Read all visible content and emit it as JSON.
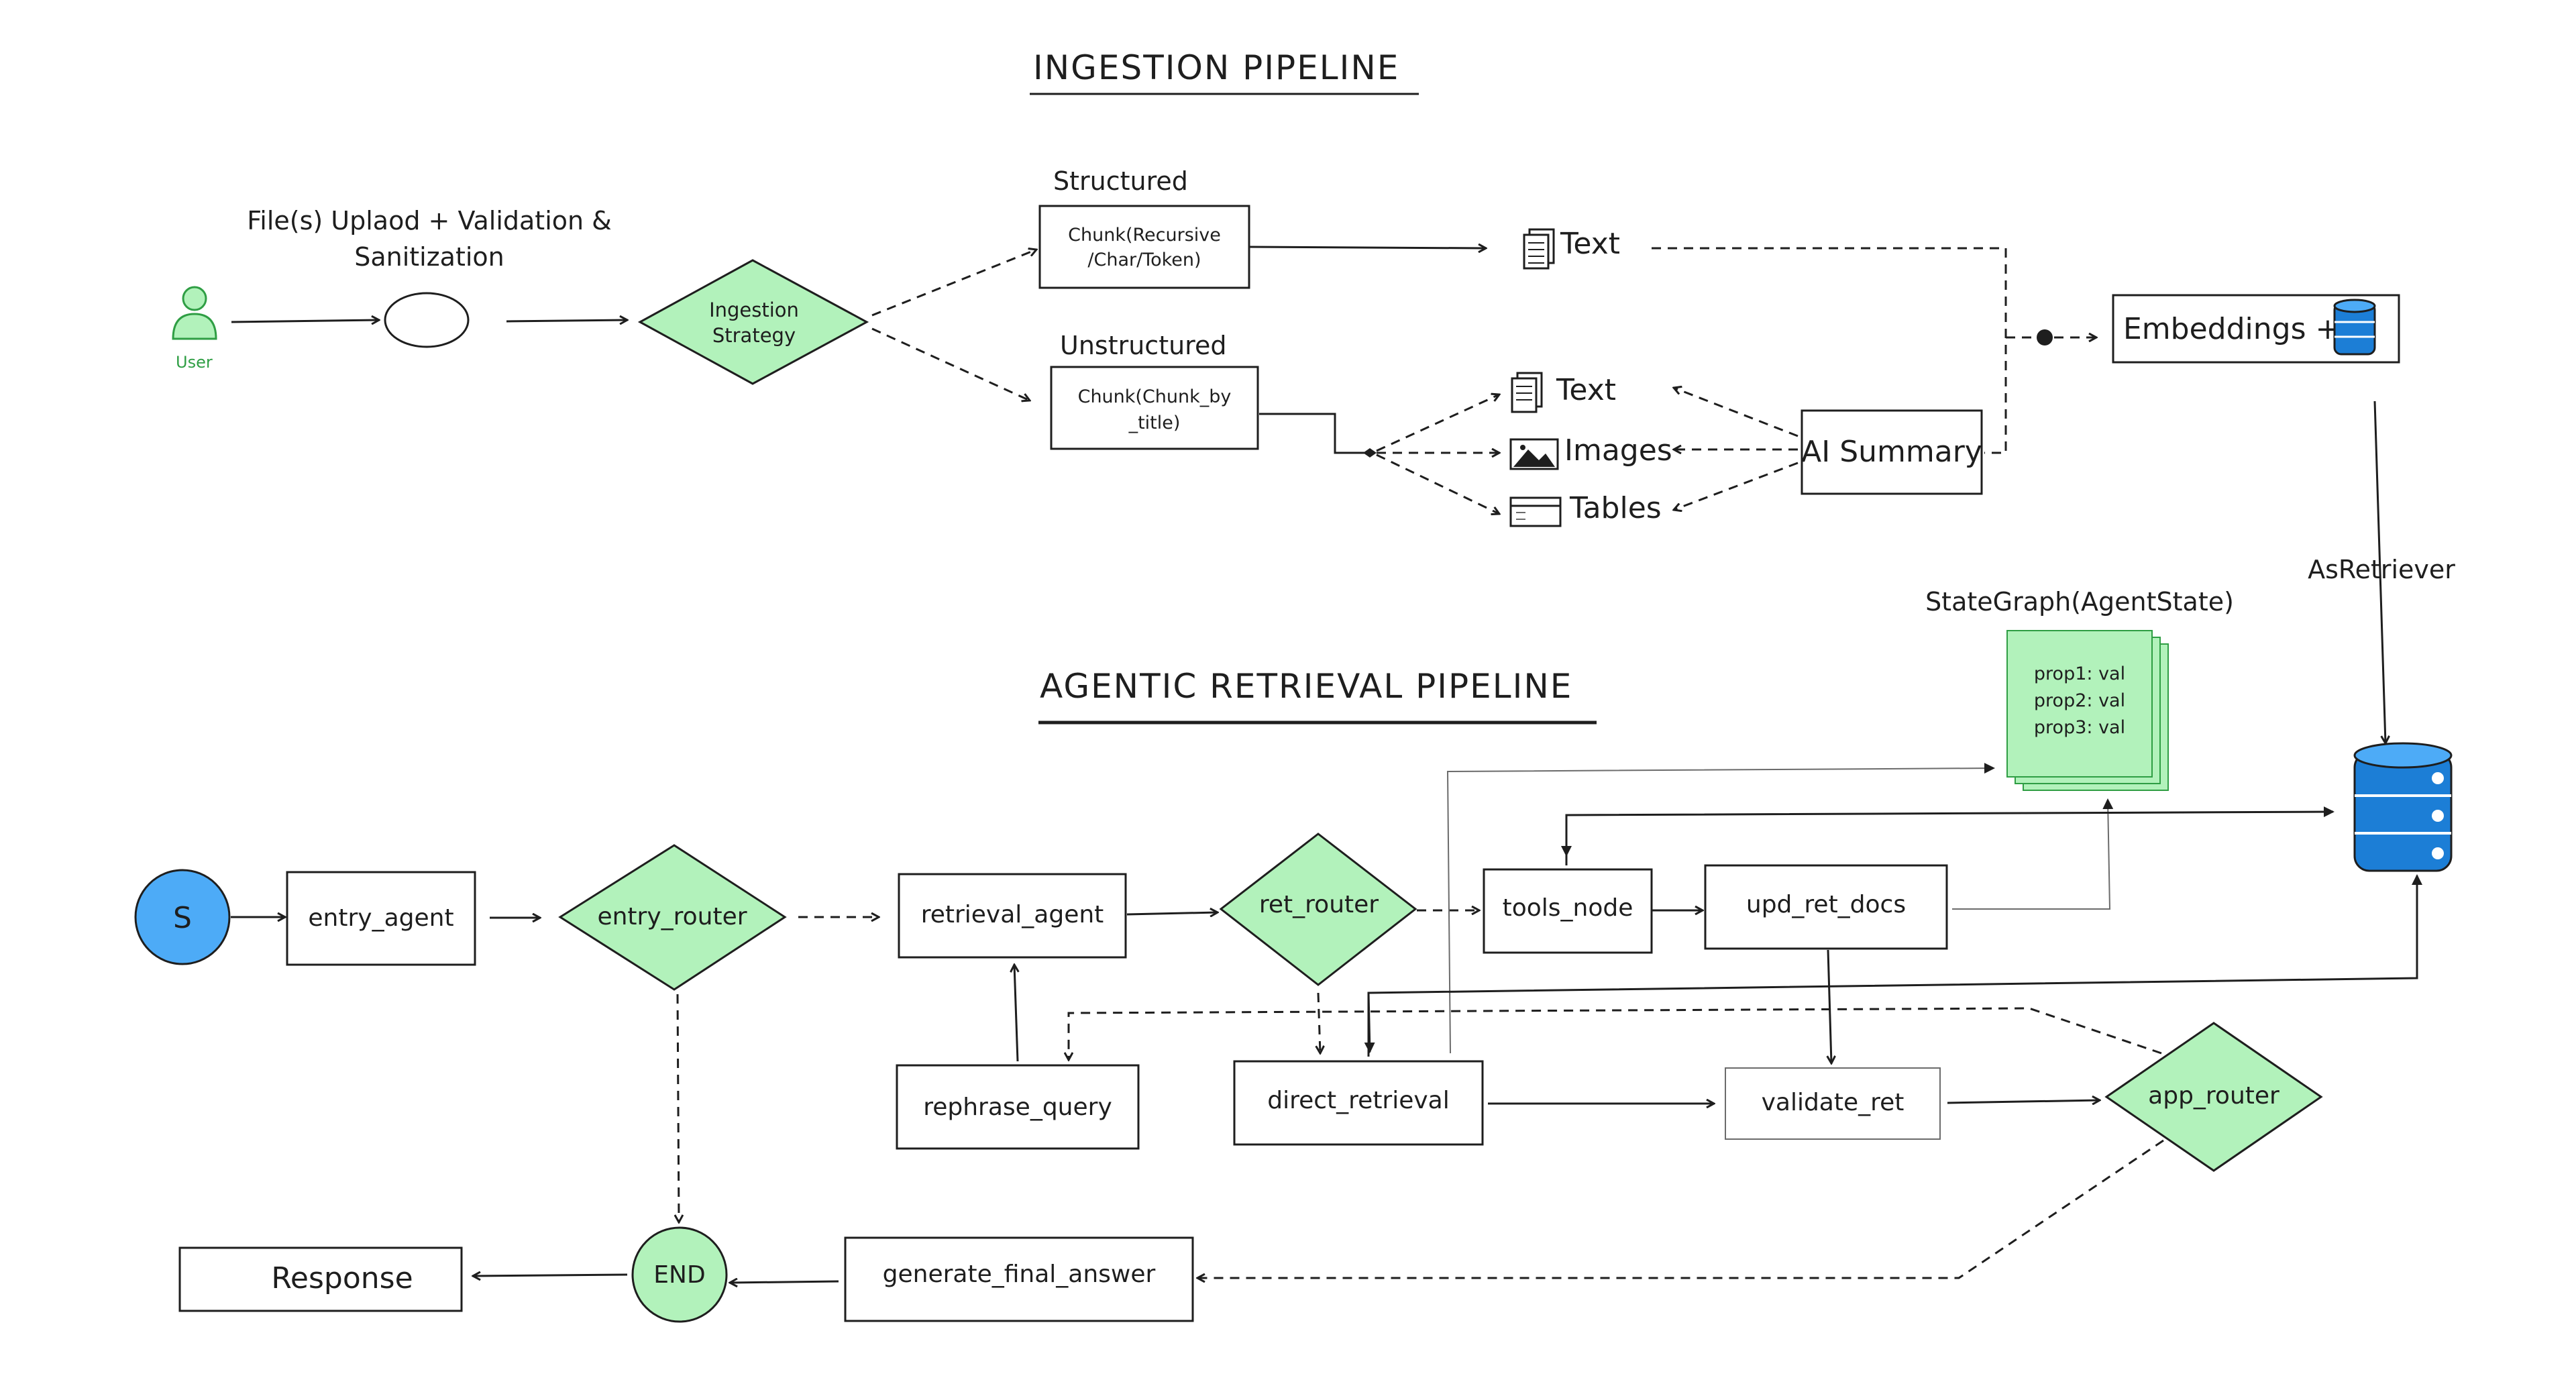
{
  "ingestion": {
    "title": "INGESTION PIPELINE",
    "user_label": "User",
    "upload_label_line1": "File(s) Uplaod + Validation &",
    "upload_label_line2": "Sanitization",
    "strategy_line1": "Ingestion",
    "strategy_line2": "Strategy",
    "structured_label": "Structured",
    "structured_chunk_line1": "Chunk(Recursive",
    "structured_chunk_line2": "/Char/Token)",
    "unstructured_label": "Unstructured",
    "unstructured_chunk_line1": "Chunk(Chunk_by",
    "unstructured_chunk_line2": "_title)",
    "text_top": "Text",
    "text_mid": "Text",
    "images": "Images",
    "tables": "Tables",
    "ai_summary": "AI Summary",
    "embeddings": "Embeddings +",
    "as_retriever": "AsRetriever"
  },
  "retrieval": {
    "title": "AGENTIC RETRIEVAL PIPELINE",
    "stategraph_label": "StateGraph(AgentState)",
    "props": [
      "prop1: val",
      "prop2: val",
      "prop3: val"
    ],
    "start": "S",
    "entry_agent": "entry_agent",
    "entry_router": "entry_router",
    "retrieval_agent": "retrieval_agent",
    "ret_router": "ret_router",
    "tools_node": "tools_node",
    "upd_ret_docs": "upd_ret_docs",
    "rephrase_query": "rephrase_query",
    "direct_retrieval": "direct_retrieval",
    "validate_ret": "validate_ret",
    "app_router": "app_router",
    "generate_final_answer": "generate_final_answer",
    "end": "END",
    "response": "Response"
  },
  "colors": {
    "green_fill": "#b2f2bb",
    "blue_fill": "#4dabf7",
    "db_blue": "#1c7ed6",
    "user_green": "#2f9e44",
    "stroke": "#1e1e1e"
  },
  "icons": [
    "user-icon",
    "document-icon",
    "image-icon",
    "table-icon",
    "database-icon"
  ]
}
